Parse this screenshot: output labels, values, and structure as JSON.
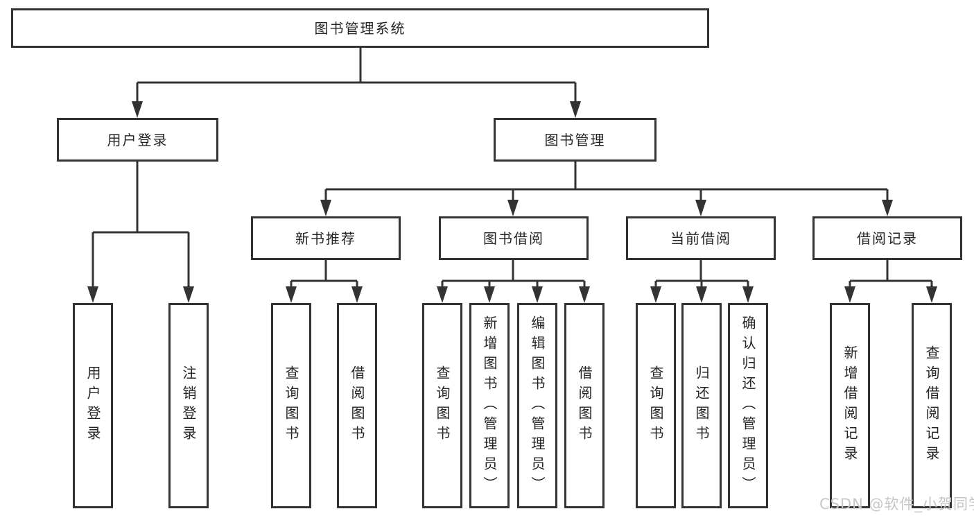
{
  "root": {
    "label": "图书管理系统"
  },
  "branches": [
    {
      "label": "用户登录",
      "children": [
        {
          "label": "用户登录"
        },
        {
          "label": "注销登录"
        }
      ]
    },
    {
      "label": "图书管理",
      "children": [
        {
          "label": "新书推荐",
          "children": [
            {
              "label": "查询图书"
            },
            {
              "label": "借阅图书"
            }
          ]
        },
        {
          "label": "图书借阅",
          "children": [
            {
              "label": "查询图书"
            },
            {
              "label": "新增图书（管理员）"
            },
            {
              "label": "编辑图书（管理员）"
            },
            {
              "label": "借阅图书"
            }
          ]
        },
        {
          "label": "当前借阅",
          "children": [
            {
              "label": "查询图书"
            },
            {
              "label": "归还图书"
            },
            {
              "label": "确认归还（管理员）"
            }
          ]
        },
        {
          "label": "借阅记录",
          "children": [
            {
              "label": "新增借阅记录"
            },
            {
              "label": "查询借阅记录"
            }
          ]
        }
      ]
    }
  ],
  "watermark": "CSDN @软件_小贺同学",
  "colors": {
    "line": "#333333",
    "box_border": "#333333",
    "box_fill": "#ffffff",
    "text": "#242424",
    "watermark": "#c6c6c6"
  }
}
